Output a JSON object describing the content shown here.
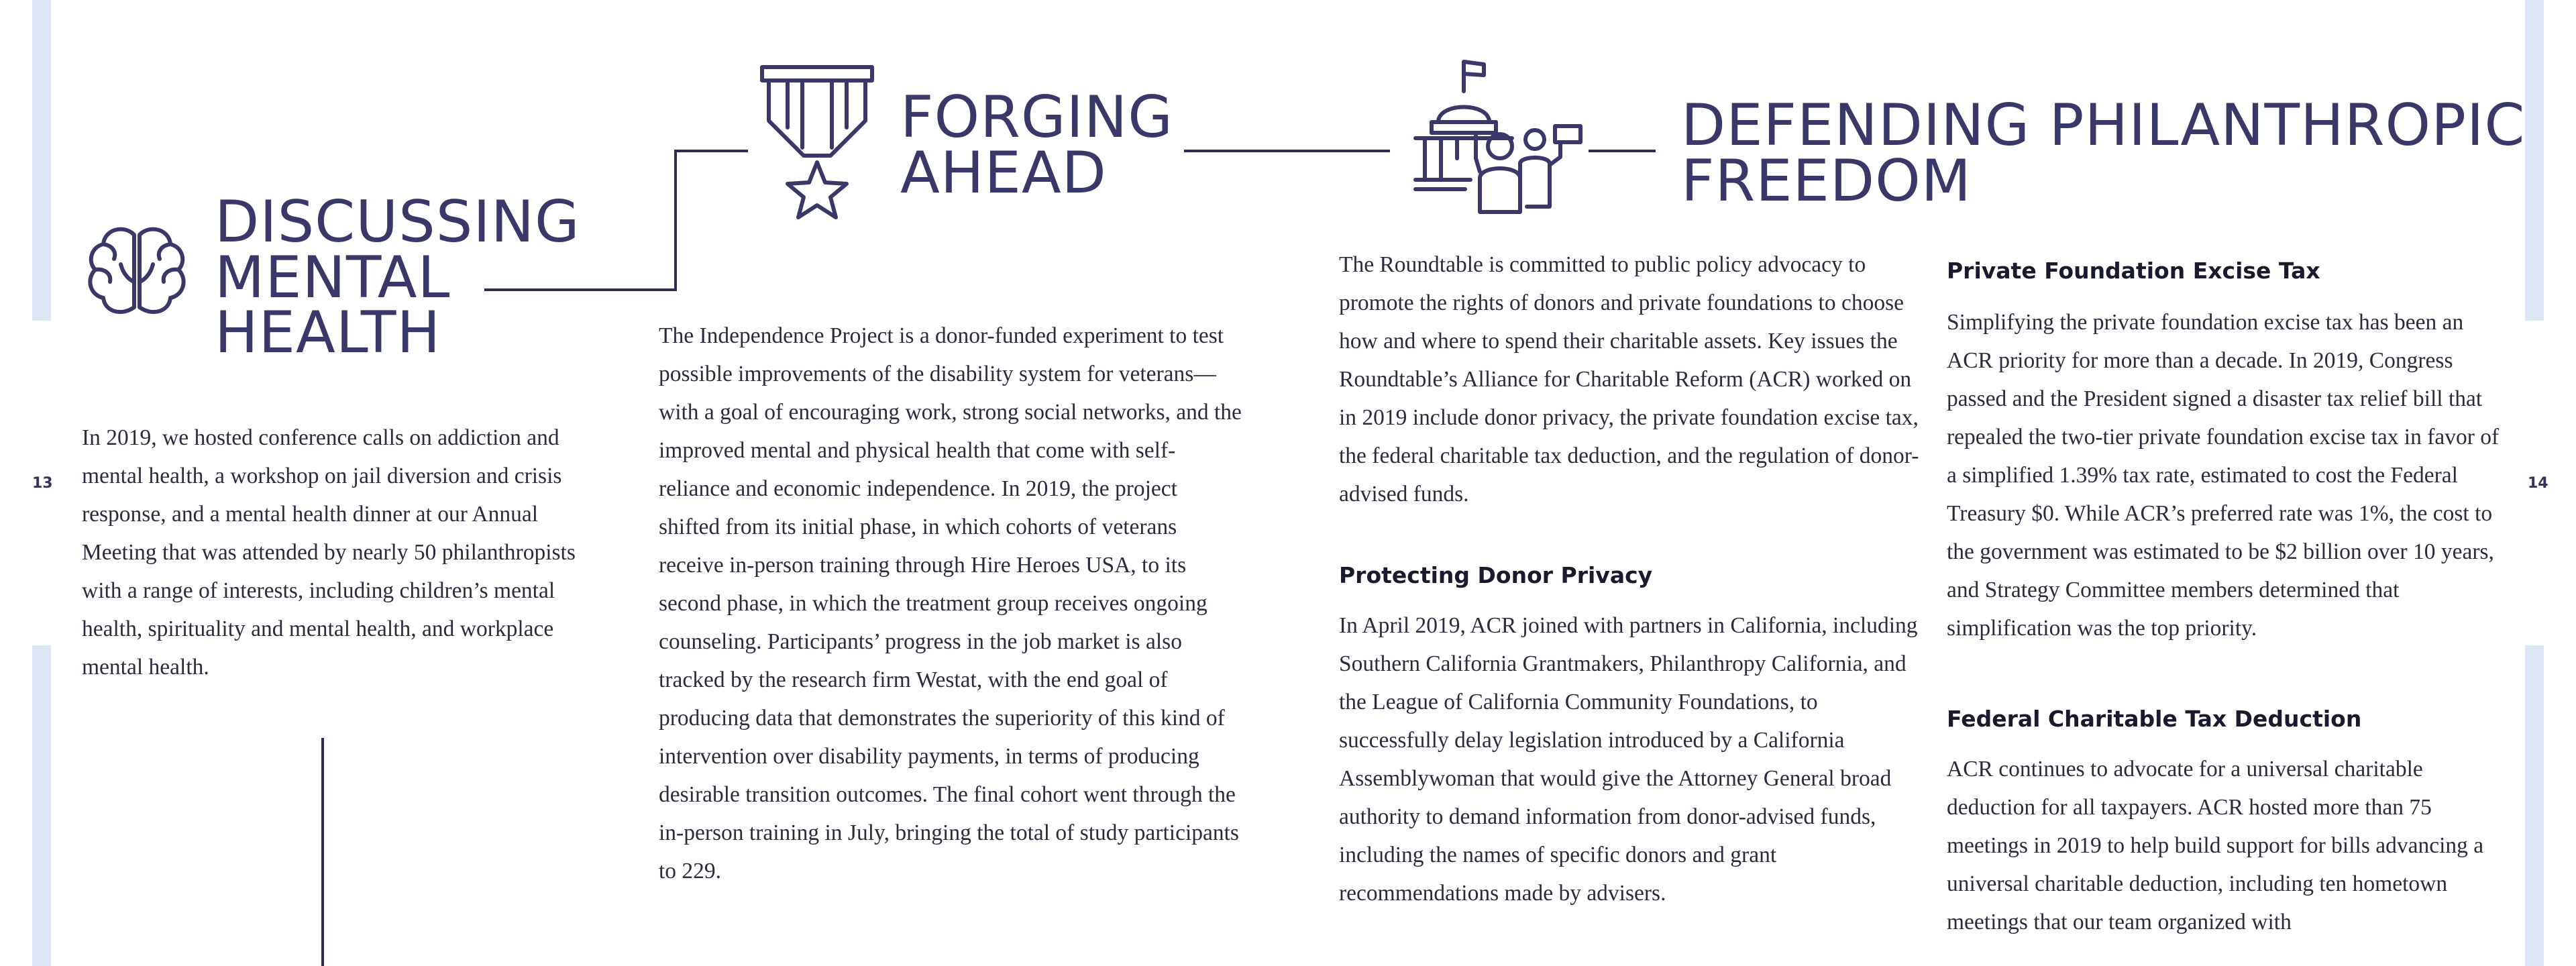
{
  "pages": {
    "left": "13",
    "right": "14"
  },
  "colors": {
    "accent": "#3a3868",
    "edge": "#dde6f4",
    "text": "#2c2b3c"
  },
  "sections": {
    "mental_health": {
      "icon": "brain-icon",
      "heading": [
        "DISCUSSING",
        "MENTAL",
        "HEALTH"
      ],
      "body": "In 2019, we hosted conference calls on addiction and mental health, a workshop on jail diversion and crisis response, and a mental health dinner at our Annual Meeting that was attended by nearly 50 philanthropists with a range of interests, including children’s mental health, spirituality and mental health, and workplace mental health."
    },
    "forging_ahead": {
      "icon": "medal-icon",
      "heading": [
        "FORGING",
        "AHEAD"
      ],
      "body": "The Independence Project is a donor-funded experiment to test possible improvements of the disability system for veterans—with a goal of encouraging work, strong social networks, and the improved mental and physical health that come with self-reliance and economic independence. In 2019, the project shifted from its initial phase, in which cohorts of veterans receive in-person training through Hire Heroes USA, to its second phase, in which the treatment group receives ongoing counseling. Participants’ progress in the job market is also tracked by the research firm Westat, with the end goal of producing data that demonstrates the superiority of this kind of intervention over disability payments, in terms of producing desirable transition outcomes. The final cohort went through the in-person training in July, bringing the total of study participants to 229."
    },
    "philanthropic_freedom": {
      "icon": "capitol-people-icon",
      "heading": [
        "DEFENDING PHILANTHROPIC",
        "FREEDOM"
      ],
      "intro": "The Roundtable is committed to public policy advocacy to promote the rights of donors and private foundations to choose how and where to spend their charitable assets. Key issues the Roundtable’s Alliance for Charitable Reform (ACR) worked on in 2019 include donor privacy, the private foundation excise tax, the federal charitable tax deduction, and the regulation of donor-advised funds.",
      "donor_privacy": {
        "title": "Protecting Donor Privacy",
        "body": "In April 2019, ACR joined with partners in California, including Southern California Grantmakers, Philanthropy California, and the League of California Community Foundations, to successfully delay legislation introduced by a California Assemblywoman that would give the Attorney General broad authority to demand information from donor-advised funds, including the names of specific donors and grant recommendations made by advisers."
      },
      "excise_tax": {
        "title": "Private Foundation Excise Tax",
        "body": "Simplifying the private foundation excise tax has been an ACR priority for more than a decade. In 2019, Congress passed and the President signed a disaster tax relief bill that repealed the two-tier private foundation excise tax in favor of a simplified 1.39% tax rate, estimated to cost the Federal Treasury $0. While ACR’s preferred rate was 1%, the cost to the government was estimated to be $2 billion over 10 years, and Strategy Committee members determined that simplification was the top priority."
      },
      "tax_deduction": {
        "title": "Federal Charitable Tax Deduction",
        "body": "ACR continues to advocate for a universal charitable deduction for all taxpayers. ACR hosted more than 75 meetings in 2019 to help build support for bills advancing a universal charitable deduction, including ten hometown meetings that our team organized with"
      }
    }
  }
}
